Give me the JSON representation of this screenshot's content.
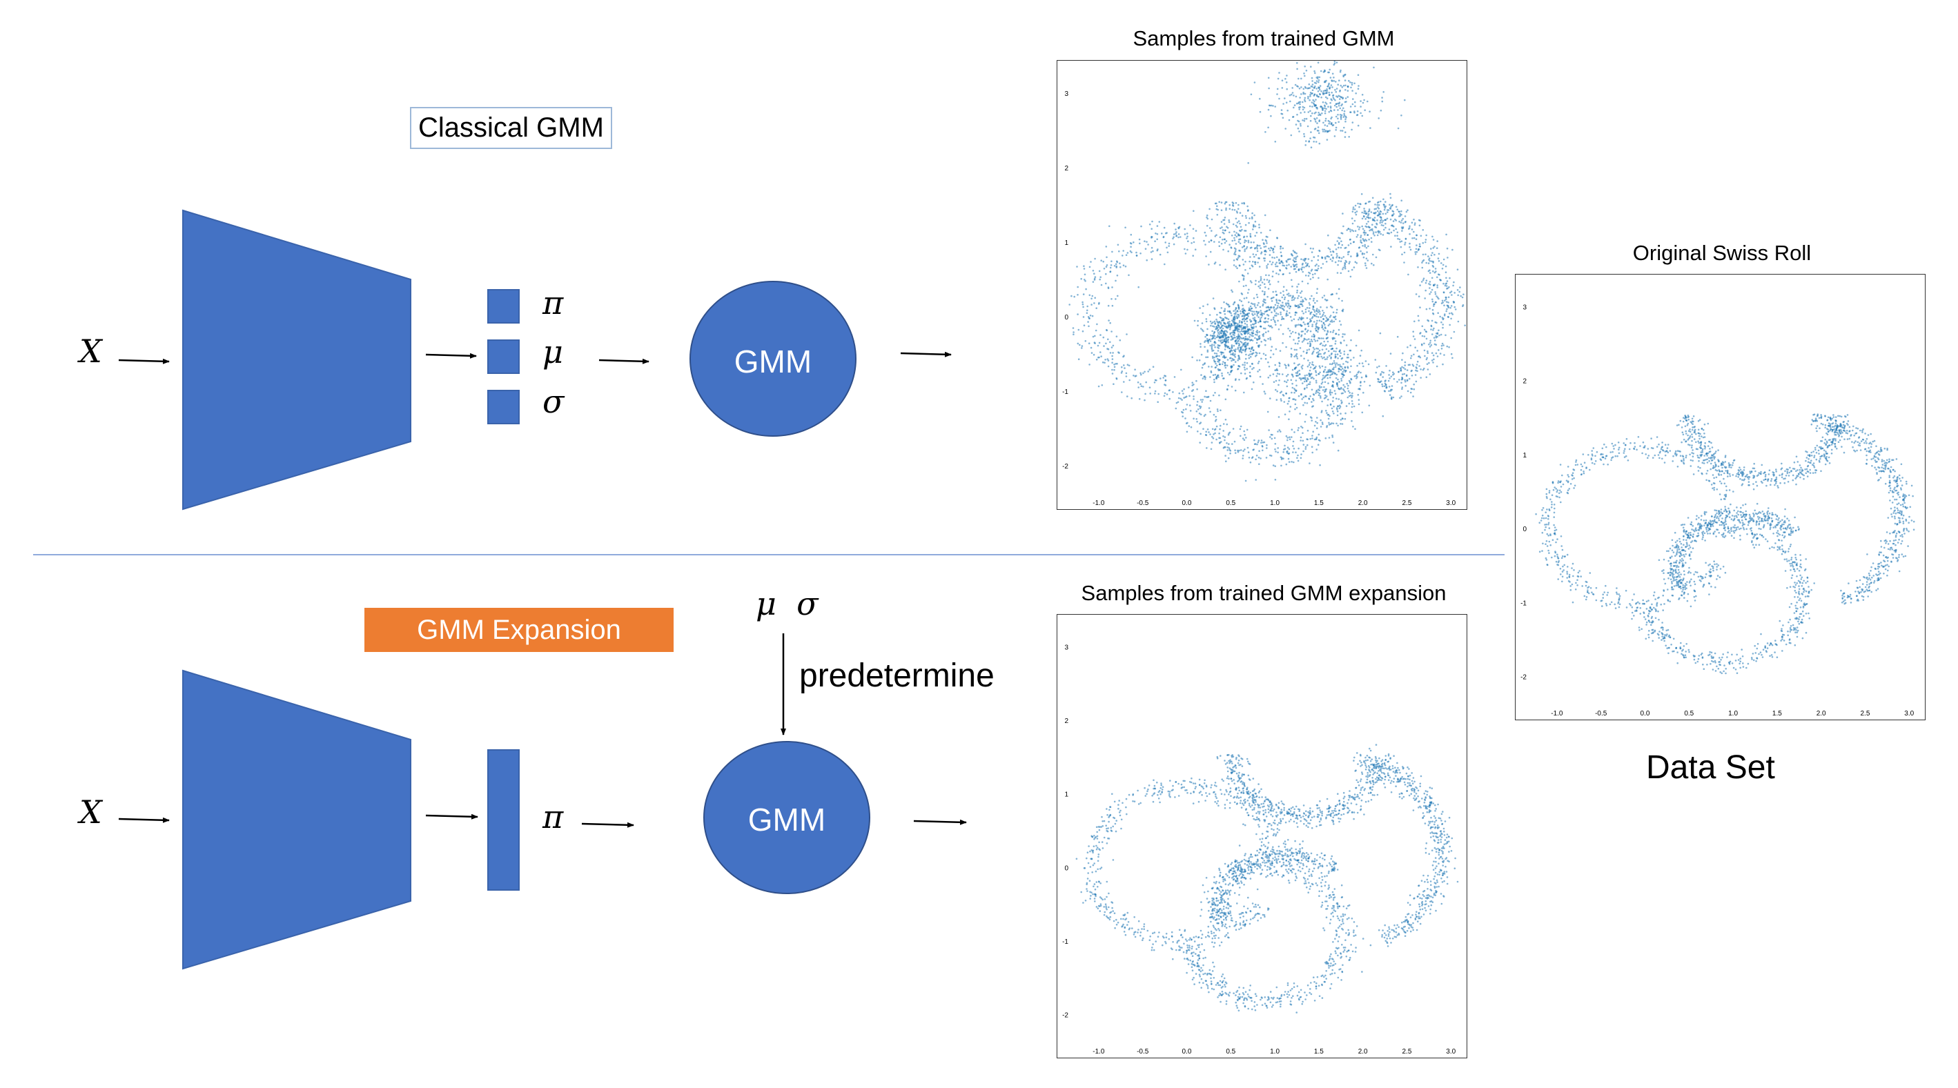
{
  "classical": {
    "title": "Classical GMM",
    "input_symbol": "X",
    "params": [
      "π",
      "μ",
      "σ"
    ],
    "gmm_label": "GMM"
  },
  "expansion": {
    "title": "GMM Expansion",
    "input_symbol": "X",
    "param": "π",
    "fixed_params": "μ  σ",
    "predetermine_label": "predetermine",
    "gmm_label": "GMM"
  },
  "dataset_label": "Data Set",
  "colors": {
    "block_blue": "#4472c4",
    "orange": "#ed7d31",
    "point_blue": "#1f77b4",
    "divider": "#8faadc"
  },
  "chart_data": [
    {
      "type": "scatter",
      "title": "Samples from trained GMM",
      "xlim": [
        -1.25,
        3.1
      ],
      "ylim": [
        -2.35,
        3.35
      ],
      "xticks": [
        "-1.0",
        "-0.5",
        "0.0",
        "0.5",
        "1.0",
        "1.5",
        "2.0",
        "2.5",
        "3.0"
      ],
      "yticks": [
        "-2",
        "-1",
        "0",
        "1",
        "2",
        "3"
      ],
      "noise": 0.13,
      "clusters": [
        {
          "x": 1.55,
          "y": 2.9,
          "r": 0.45
        },
        {
          "x": 1.45,
          "y": -0.75,
          "r": 0.5
        },
        {
          "x": 0.55,
          "y": -0.2,
          "r": 0.3
        }
      ]
    },
    {
      "type": "scatter",
      "title": "Samples from trained GMM expansion",
      "xlim": [
        -1.25,
        3.1
      ],
      "ylim": [
        -2.35,
        3.35
      ],
      "xticks": [
        "-1.0",
        "-0.5",
        "0.0",
        "0.5",
        "1.0",
        "1.5",
        "2.0",
        "2.5",
        "3.0"
      ],
      "yticks": [
        "-2",
        "-1",
        "0",
        "1",
        "2",
        "3"
      ],
      "noise": 0.08,
      "clusters": []
    },
    {
      "type": "scatter",
      "title": "Original Swiss Roll",
      "xlim": [
        -1.25,
        3.1
      ],
      "ylim": [
        -2.35,
        3.35
      ],
      "xticks": [
        "-1.0",
        "-0.5",
        "0.0",
        "0.5",
        "1.0",
        "1.5",
        "2.0",
        "2.5",
        "3.0"
      ],
      "yticks": [
        "-2",
        "-1",
        "0",
        "1",
        "2",
        "3"
      ],
      "noise": 0.07,
      "clusters": []
    }
  ]
}
